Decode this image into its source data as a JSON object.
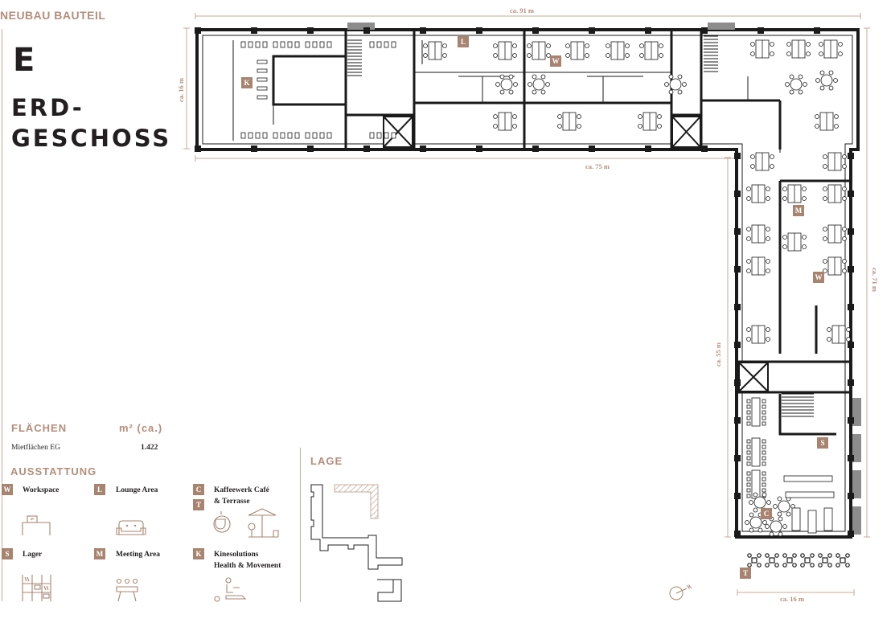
{
  "header": {
    "kicker": "NEUBAU BAUTEIL",
    "block": "E",
    "floor_line1": "ERD-",
    "floor_line2": "GESCHOSS"
  },
  "areas": {
    "title": "FLÄCHEN",
    "unit": "m² (ca.)",
    "rows": [
      {
        "label": "Mietflächen EG",
        "value": "1.422"
      }
    ]
  },
  "equipment": {
    "title": "AUSSTATTUNG",
    "items": [
      {
        "badge": "W",
        "label": "Workspace",
        "icon": "desk-laptop-icon"
      },
      {
        "badge": "L",
        "label": "Lounge Area",
        "icon": "sofa-icon"
      },
      {
        "badge": "C",
        "badge2": "T",
        "label": "Kaffeewerk Café",
        "label2": "& Terrasse",
        "icon": "coffee-terrace-icon"
      },
      {
        "badge": "S",
        "label": "Lager",
        "icon": "shelf-icon"
      },
      {
        "badge": "M",
        "label": "Meeting Area",
        "icon": "meeting-icon"
      },
      {
        "badge": "K",
        "label": "Kinesolutions",
        "label2": "Health & Movement",
        "icon": "massage-icon"
      }
    ]
  },
  "location": {
    "title": "LAGE"
  },
  "plan": {
    "dimensions": {
      "top_width": "ca. 91 m",
      "left_height": "ca. 16 m",
      "inner_width": "ca. 75 m",
      "right_height": "ca. 71 m",
      "inner_height": "ca. 55 m",
      "bottom_width": "ca. 16 m"
    },
    "badges": [
      "K",
      "L",
      "W",
      "M",
      "W",
      "S",
      "C",
      "T"
    ],
    "colors": {
      "accent": "#a88470",
      "wall": "#1a1a1a",
      "dim": "#c9a898"
    }
  }
}
